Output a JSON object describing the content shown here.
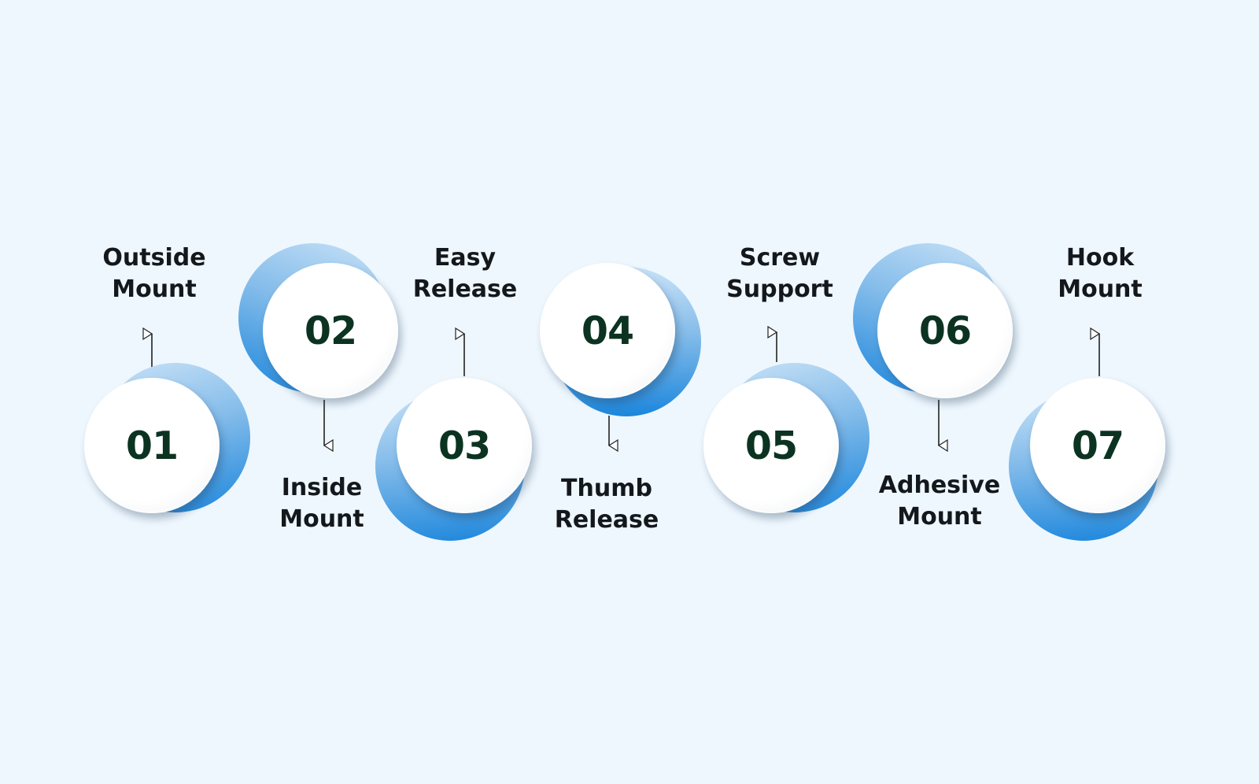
{
  "diagram": {
    "background": "#eef7fe",
    "accent_color": "#1c86dc",
    "accent_light": "#c9e2f7",
    "number_color": "#0c3322",
    "steps": [
      {
        "number": "01",
        "label_line1": "Outside",
        "label_line2": "Mount",
        "arrow": "up"
      },
      {
        "number": "02",
        "label_line1": "Inside",
        "label_line2": "Mount",
        "arrow": "down"
      },
      {
        "number": "03",
        "label_line1": "Easy",
        "label_line2": "Release",
        "arrow": "up"
      },
      {
        "number": "04",
        "label_line1": "Thumb",
        "label_line2": "Release",
        "arrow": "down"
      },
      {
        "number": "05",
        "label_line1": "Screw",
        "label_line2": "Support",
        "arrow": "up"
      },
      {
        "number": "06",
        "label_line1": "Adhesive",
        "label_line2": "Mount",
        "arrow": "down"
      },
      {
        "number": "07",
        "label_line1": "Hook",
        "label_line2": "Mount",
        "arrow": "up"
      }
    ]
  }
}
